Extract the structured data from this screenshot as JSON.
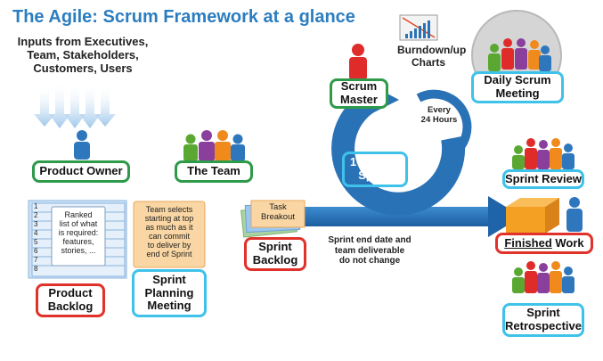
{
  "title": "The Agile: Scrum Framework at a glance",
  "inputs": "Inputs from Executives,\nTeam, Stakeholders,\nCustomers, Users",
  "product_owner": "Product Owner",
  "the_team": "The Team",
  "scrum_master": "Scrum\nMaster",
  "burndown": "Burndown/up\nCharts",
  "daily_scrum": "Daily Scrum\nMeeting",
  "every_24": "Every\n24 Hours",
  "sprint_length": "1- 6Week\nSprint",
  "sprint_review": "Sprint Review",
  "product_backlog": {
    "numbers": [
      "1",
      "2",
      "3",
      "4",
      "5",
      "6",
      "7",
      "8"
    ],
    "note": "Ranked\nlist of what\nis required:\nfeatures,\nstories, ...",
    "label": "Product\nBacklog"
  },
  "team_selects": "Team selects\nstarting at top\nas much as it\ncan commit\nto deliver by\nend of Sprint",
  "sprint_planning": "Sprint\nPlanning\nMeeting",
  "task_breakout": "Task\nBreakout",
  "sprint_backlog": "Sprint\nBacklog",
  "sprint_end_note": "Sprint end date and\nteam deliverable\ndo not change",
  "finished_work": {
    "underlined": "Finished",
    "rest": " Work"
  },
  "sprint_retrospective": "Sprint\nRetrospective",
  "colors": {
    "title_blue": "#2b7dc0",
    "green_border": "#2e9a4a",
    "red_border": "#e0322a",
    "cyan_border": "#3fc2ea",
    "arrow_blue": "#2a72b6",
    "backlog_blue": "#9bc4ea",
    "planning_orange": "#f7c07a",
    "cube_orange": "#f4a023"
  },
  "icons": [
    "person-icon",
    "team-people-icon",
    "chart-icon",
    "cube-icon",
    "cycle-arrow-icon",
    "funnel-arrows-icon"
  ]
}
